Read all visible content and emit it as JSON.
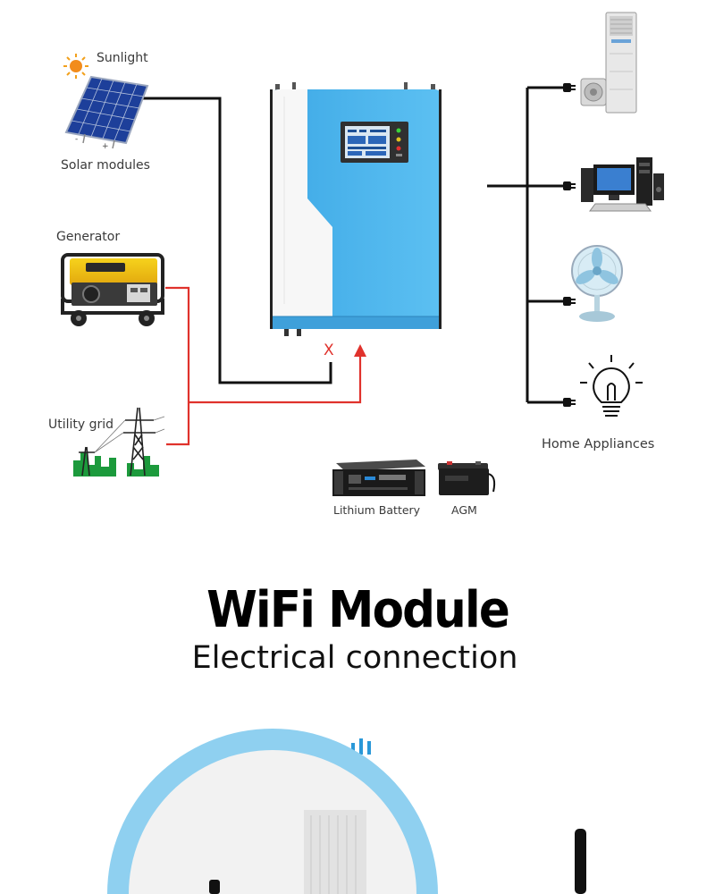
{
  "labels": {
    "sunlight": "Sunlight",
    "solar_modules": "Solar modules",
    "generator": "Generator",
    "utility_grid": "Utility grid",
    "lithium_battery": "Lithium Battery",
    "agm": "AGM",
    "home_appliances": "Home Appliances",
    "blocked_mark": "X"
  },
  "section": {
    "title": "WiFi Module",
    "subtitle": "Electrical connection"
  },
  "colors": {
    "inverter_blue": "#4fb4ec",
    "ac_wire_red": "#e0322c",
    "dc_wire_black": "#111111",
    "accent_blue": "#2a98d8",
    "arc_light_blue": "#8fd0f0"
  }
}
